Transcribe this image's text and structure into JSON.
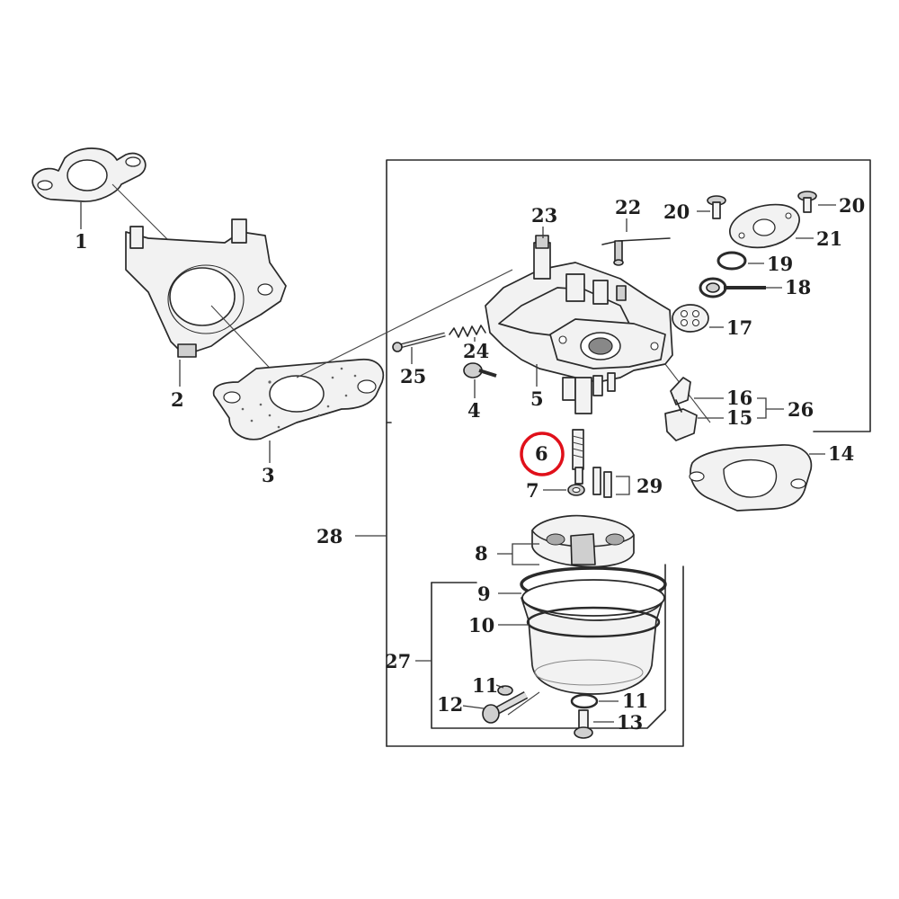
{
  "highlight_color": "#e0101a",
  "highlighted_part": "6",
  "part_labels": {
    "p1": "1",
    "p2": "2",
    "p3": "3",
    "p4": "4",
    "p5": "5",
    "p6": "6",
    "p7": "7",
    "p8": "8",
    "p9": "9",
    "p10": "10",
    "p11a": "11",
    "p11b": "11",
    "p12": "12",
    "p13": "13",
    "p14": "14",
    "p15": "15",
    "p16": "16",
    "p17": "17",
    "p18": "18",
    "p19": "19",
    "p20a": "20",
    "p20b": "20",
    "p21": "21",
    "p22": "22",
    "p23": "23",
    "p24": "24",
    "p25": "25",
    "p26": "26",
    "p27": "27",
    "p28": "28",
    "p29": "29"
  }
}
